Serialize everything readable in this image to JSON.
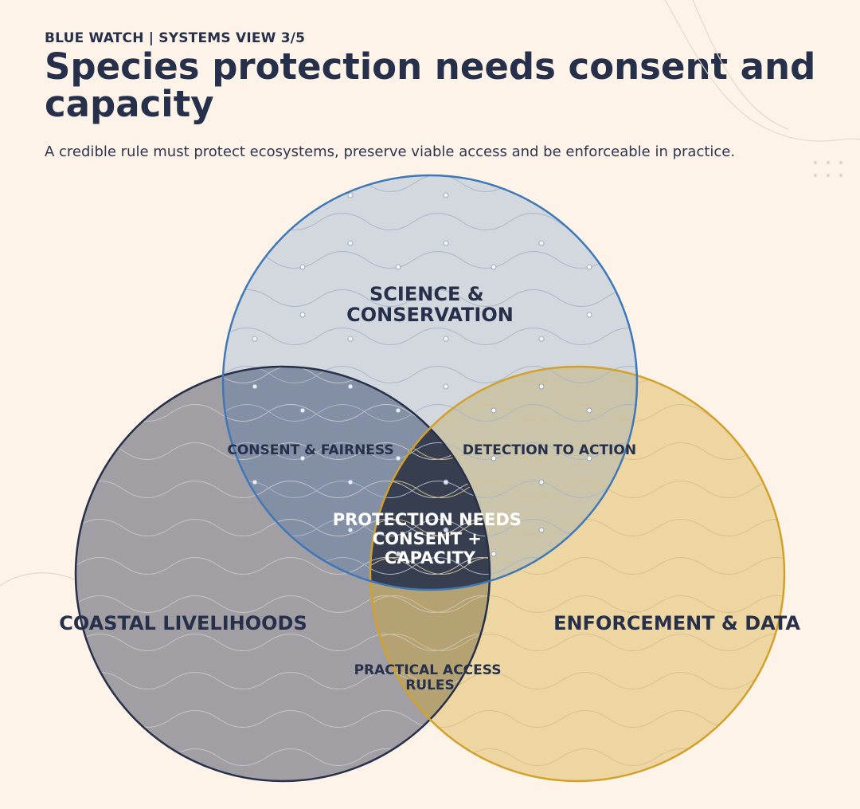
{
  "header": {
    "kicker": "BLUE WATCH | SYSTEMS VIEW 3/5",
    "title": "Species protection needs consent and capacity",
    "subtitle": "A credible rule must protect ecosystems, preserve viable access and be enforceable in practice."
  },
  "venn": {
    "sets": {
      "science": {
        "lines": [
          "SCIENCE &",
          "CONSERVATION"
        ],
        "color": "#3e78b9"
      },
      "livelihoods": {
        "lines": [
          "COASTAL LIVELIHOODS"
        ],
        "color": "#26304a"
      },
      "enforcement": {
        "lines": [
          "ENFORCEMENT & DATA"
        ],
        "color": "#d2a12a"
      }
    },
    "intersections": {
      "science_livelihoods": "CONSENT & FAIRNESS",
      "science_enforcement": "DETECTION TO ACTION",
      "livelihoods_enforcement": [
        "PRACTICAL ACCESS",
        "RULES"
      ],
      "center": [
        "PROTECTION NEEDS",
        "CONSENT +",
        "CAPACITY"
      ]
    }
  },
  "colors": {
    "background": "#fdf3e8",
    "ink": "#26304a",
    "center_fill": "#363e50"
  }
}
